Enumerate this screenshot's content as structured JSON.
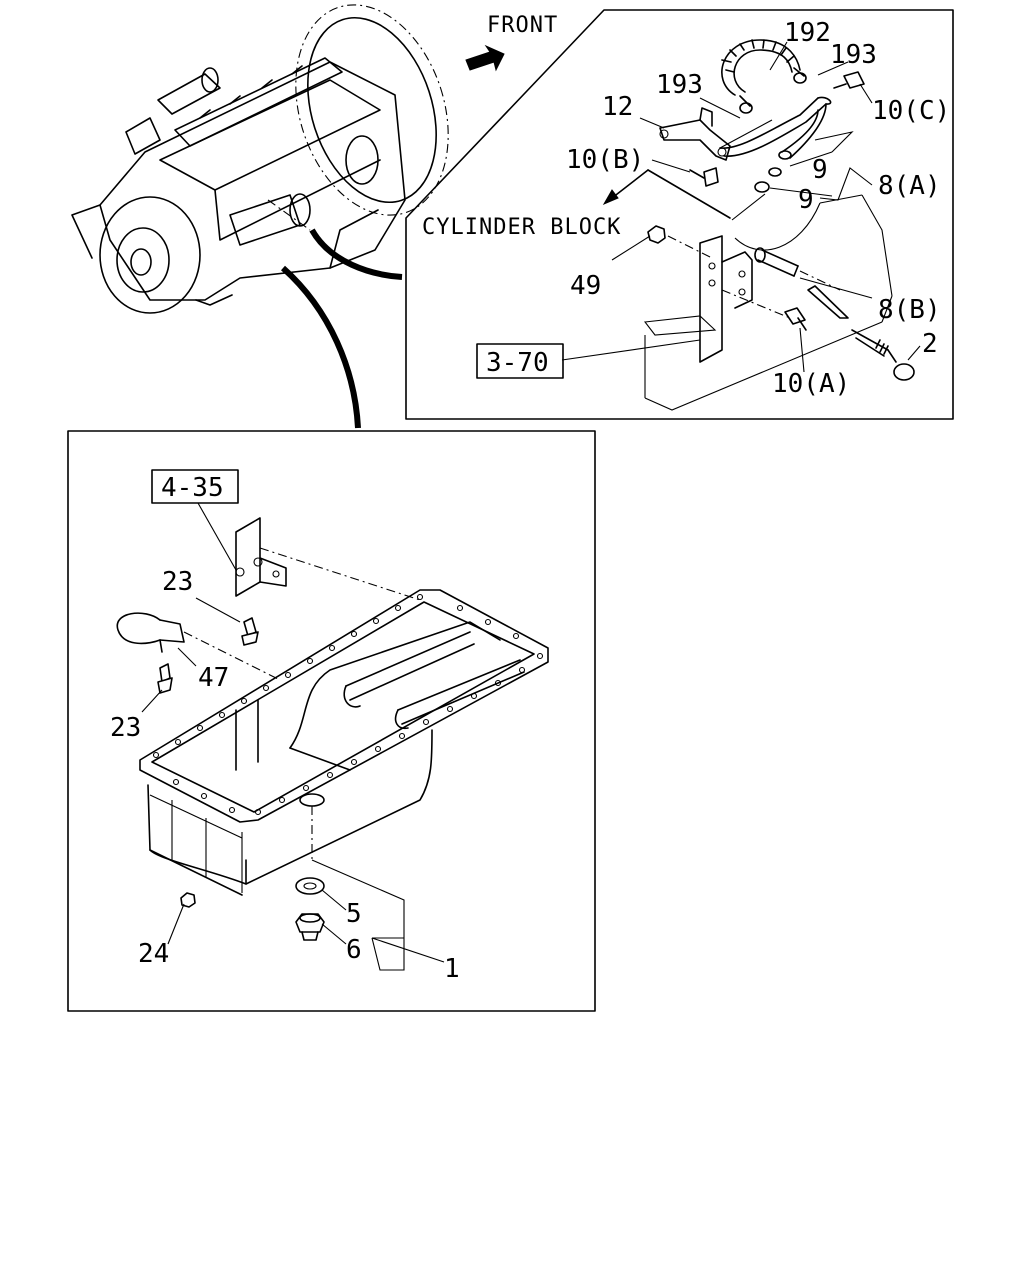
{
  "labels": {
    "front": "FRONT",
    "cylinder_block": "CYLINDER BLOCK",
    "ref_3_70": "3-70",
    "ref_4_35": "4-35",
    "p192": "192",
    "p193_right": "193",
    "p193_left": "193",
    "p12": "12",
    "p10c": "10(C)",
    "p10b": "10(B)",
    "p9_upper": "9",
    "p9_lower": "9",
    "p8a": "8(A)",
    "p49": "49",
    "p8b": "8(B)",
    "p2": "2",
    "p10a": "10(A)",
    "p23_upper": "23",
    "p23_lower": "23",
    "p47": "47",
    "p24": "24",
    "p5": "5",
    "p6": "6",
    "p1": "1"
  },
  "icons": [
    "front-arrow-icon",
    "direction-arrow-icon"
  ]
}
